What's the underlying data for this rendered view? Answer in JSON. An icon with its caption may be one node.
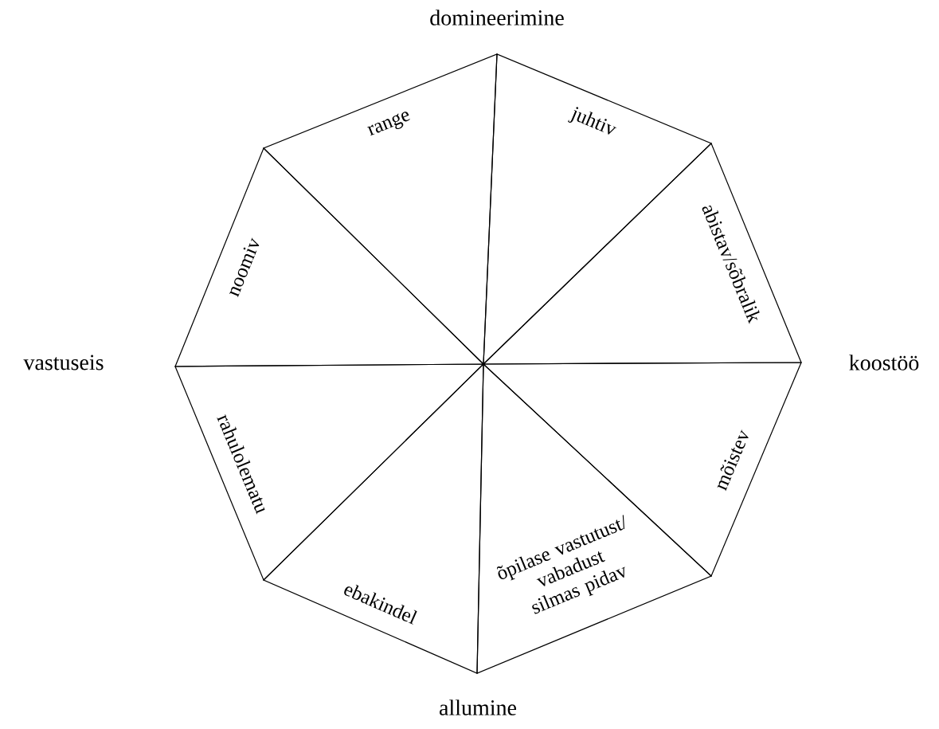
{
  "diagram": {
    "nodes": [
      {
        "text": [
          "range"
        ]
      },
      {
        "text": [
          "juhtiv"
        ]
      },
      {
        "text": [
          "noomiv"
        ]
      },
      {
        "text": [
          "abistav/sõbralik"
        ]
      },
      {
        "text": [
          "rahulolematu"
        ]
      },
      {
        "text": [
          "mõistev"
        ]
      },
      {
        "text": [
          "ebakindel"
        ]
      },
      {
        "text": [
          "õpilase vastutust/ vabadust silmas pidav"
        ]
      }
    ],
    "labels": [
      "domineerimine",
      "vastuseis",
      "koostöö",
      "allumine"
    ]
  }
}
